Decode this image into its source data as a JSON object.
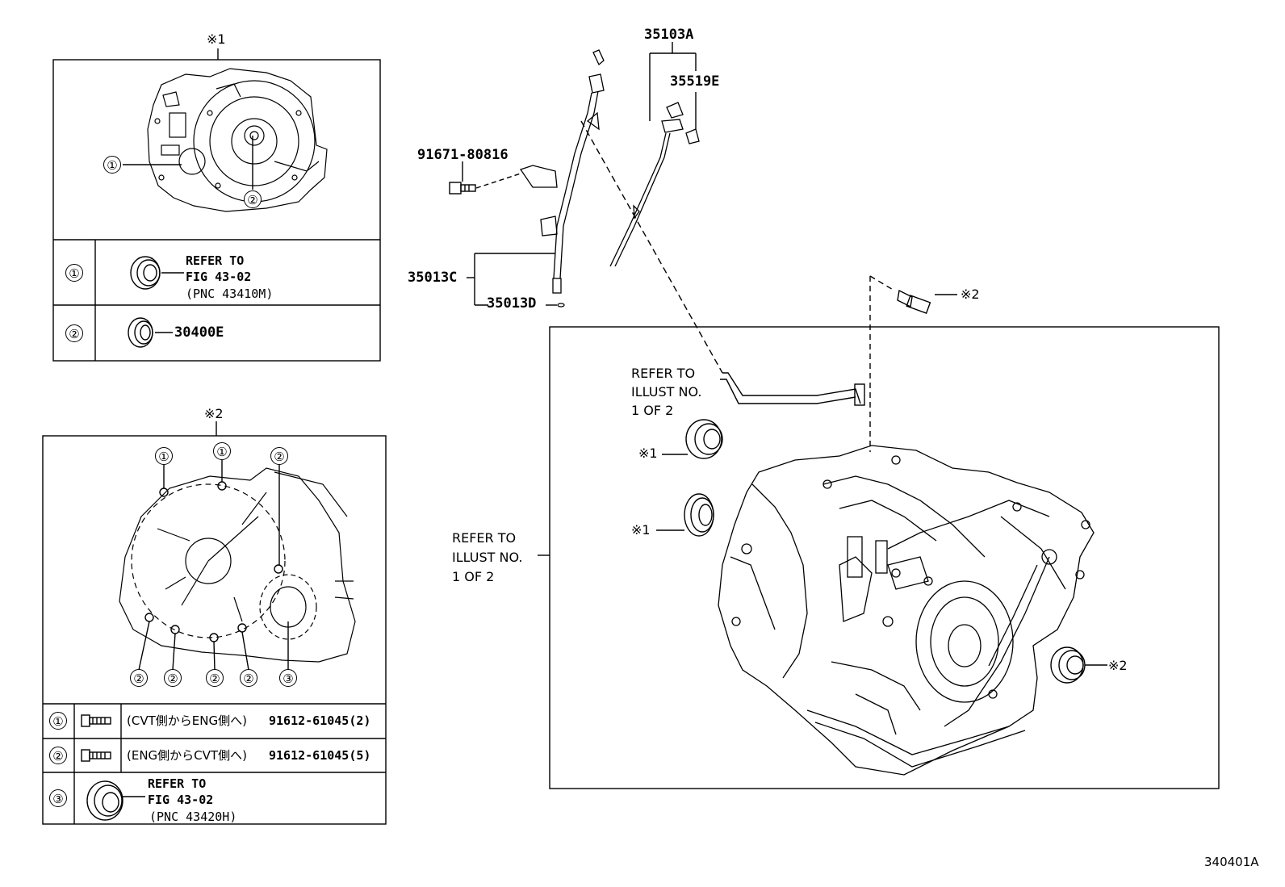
{
  "inset1": {
    "title_mark": "※1",
    "callouts": [
      "①",
      "②"
    ],
    "rows": [
      {
        "circle": "①",
        "refer_line1": "REFER TO",
        "refer_line2": "FIG 43-02",
        "refer_line3": "(PNC 43410M)"
      },
      {
        "circle": "②",
        "part": "30400E"
      }
    ]
  },
  "inset2": {
    "title_mark": "※2",
    "callouts_top": [
      "①",
      "①",
      "②"
    ],
    "callouts_bottom": [
      "②",
      "②",
      "②",
      "②",
      "③"
    ],
    "rows": [
      {
        "circle": "①",
        "desc": "(CVT側からENG側へ)",
        "part": "91612-61045(2)"
      },
      {
        "circle": "②",
        "desc": "(ENG側からCVT側へ)",
        "part": "91612-61045(5)"
      },
      {
        "circle": "③",
        "refer_line1": "REFER TO",
        "refer_line2": "FIG 43-02",
        "refer_line3": "(PNC 43420H)"
      }
    ]
  },
  "parts": {
    "p35103A": "35103A",
    "p35519E": "35519E",
    "p91671": "91671-80816",
    "p35013C": "35013C",
    "p35013D": "35013D"
  },
  "main": {
    "refer_top": [
      "REFER TO",
      "ILLUST NO.",
      "1 OF 2"
    ],
    "refer_left": [
      "REFER TO",
      "ILLUST NO.",
      "1 OF 2"
    ],
    "mark_seal_top": "※1",
    "mark_seal_mid": "※1",
    "mark_seal_right": "※2",
    "mark_bolt": "※2"
  },
  "drawing_id": "340401A"
}
